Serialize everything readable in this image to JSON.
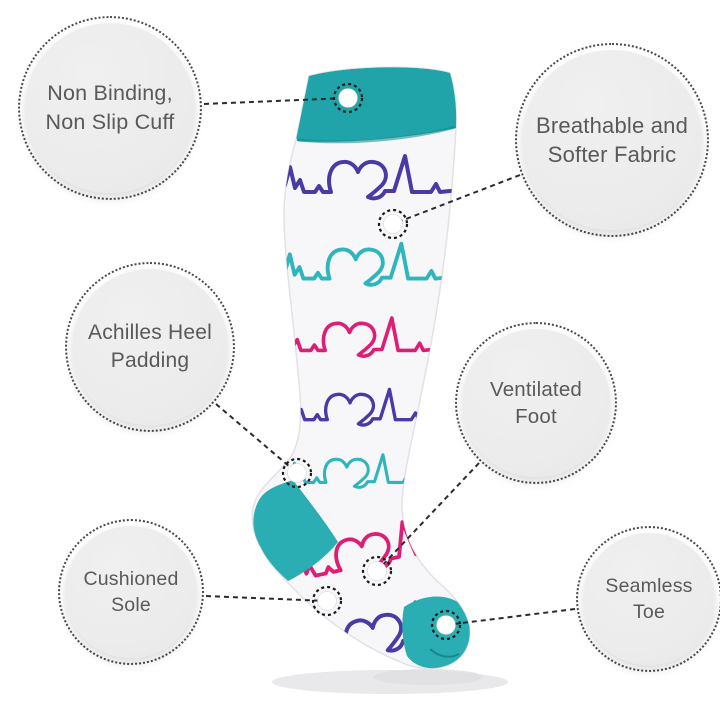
{
  "product": {
    "subject": "knee-high compression sock with heartbeat pattern"
  },
  "colors": {
    "teal_cuff": "#20A4A9",
    "teal_accent": "#2AAEB3",
    "teal_band": "#2FB5BE",
    "purple_band": "#4A3AA6",
    "pink_band": "#DE1D75",
    "sock_white": "#F7F7F9",
    "sock_outline": "#E2E2E6",
    "cuff_fold": "#118A90",
    "toe_crease": "#0F7E84",
    "shadow": "#E9E9EC",
    "callout_fill": "#ECECEC",
    "callout_text": "#58595B",
    "connector": "#2B2B2B",
    "marker_ring": "#1A1A1A",
    "marker_fill": "#FFFFFF"
  },
  "features": [
    {
      "id": "cuff",
      "label": [
        "Non Binding,",
        "Non Slip Cuff"
      ]
    },
    {
      "id": "fabric",
      "label": [
        "Breathable and",
        "Softer Fabric"
      ]
    },
    {
      "id": "achilles",
      "label": [
        "Achilles Heel",
        "Padding"
      ]
    },
    {
      "id": "foot",
      "label": [
        "Ventilated",
        "Foot"
      ]
    },
    {
      "id": "sole",
      "label": [
        "Cushioned",
        "Sole"
      ]
    },
    {
      "id": "toe",
      "label": [
        "Seamless",
        "Toe"
      ]
    }
  ]
}
